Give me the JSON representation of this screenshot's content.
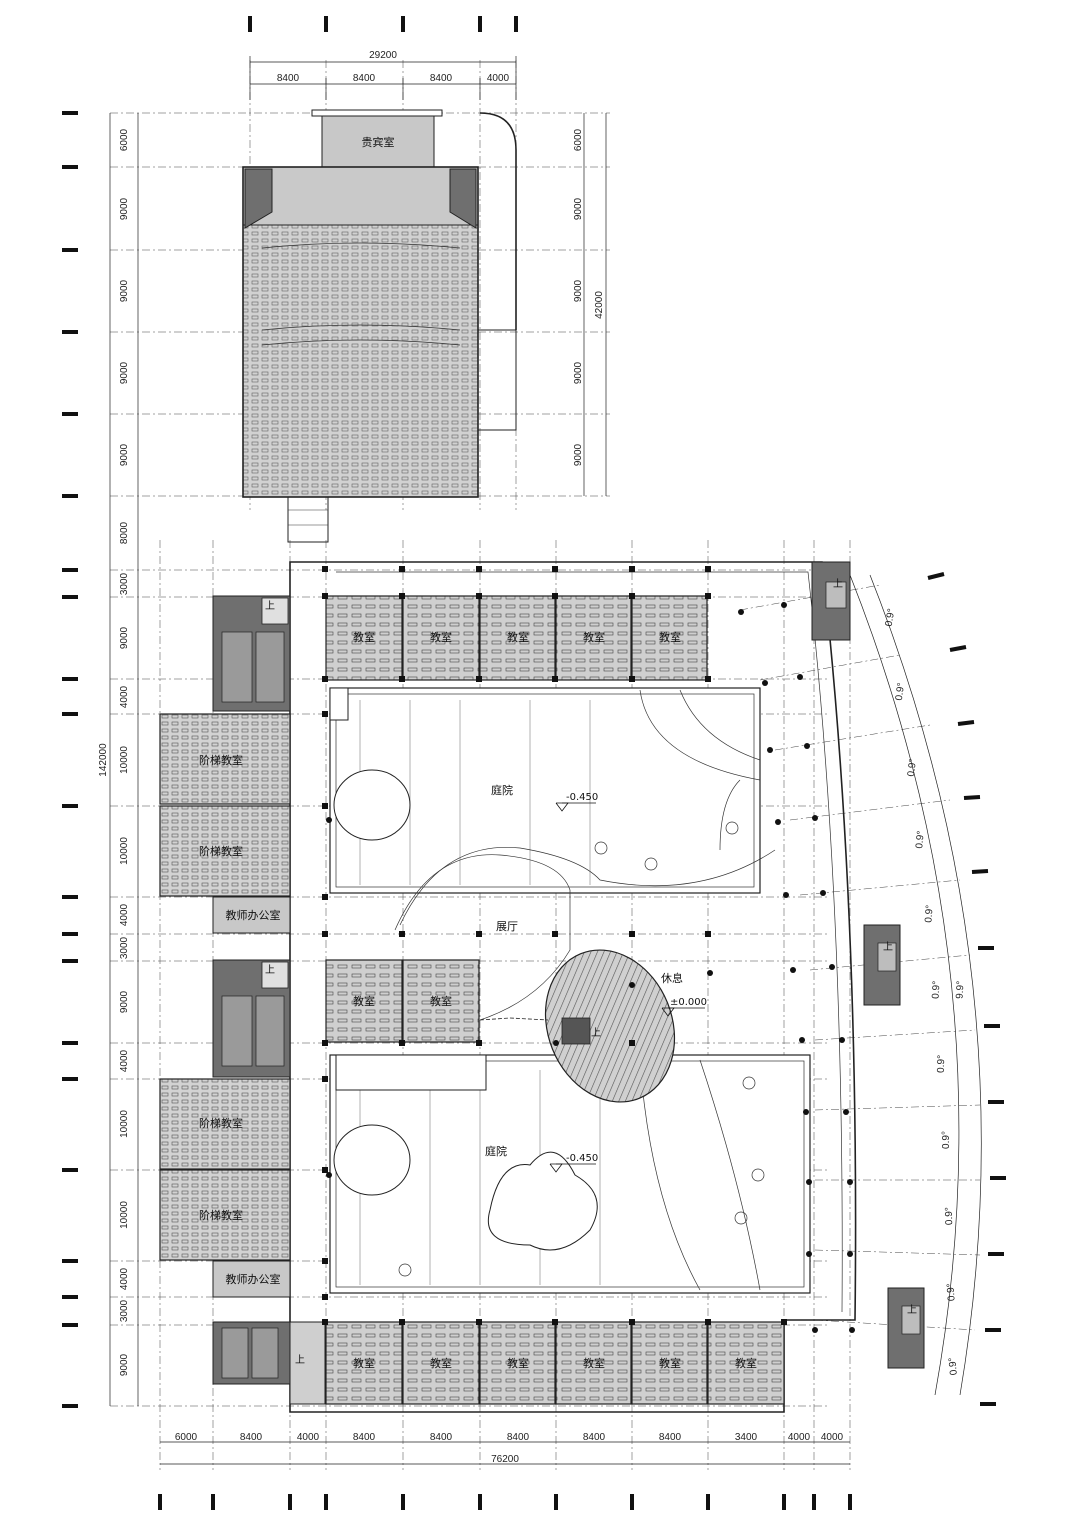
{
  "dimensions": {
    "top_total": "29200",
    "top": [
      "8400",
      "8400",
      "8400",
      "4000"
    ],
    "left_total": "142000",
    "left": [
      "6000",
      "9000",
      "9000",
      "9000",
      "9000",
      "8000",
      "3000",
      "9000",
      "4000",
      "10000",
      "10000",
      "4000",
      "3000",
      "9000",
      "4000",
      "10000",
      "10000",
      "4000",
      "3000",
      "9000"
    ],
    "right_total": "42000",
    "right": [
      "6000",
      "9000",
      "9000",
      "9000",
      "9000"
    ],
    "bottom_total": "76200",
    "bottom": [
      "6000",
      "8400",
      "4000",
      "8400",
      "8400",
      "8400",
      "8400",
      "8400",
      "3400",
      "4000"
    ],
    "arc_total": "9.9°",
    "arc": [
      "0.9°",
      "0.9°",
      "0.9°",
      "0.9°",
      "0.9°",
      "0.9°",
      "0.9°",
      "0.9°",
      "0.9°",
      "0.9°",
      "0.9°"
    ]
  },
  "rooms": {
    "vip": "贵宾室",
    "classroom": "教室",
    "tiered_classroom": "阶梯教室",
    "teacher_office": "教师办公室",
    "courtyard": "庭院",
    "hall": "展厅",
    "rest": "休息",
    "stair_up": "上"
  },
  "levels": {
    "courtyard": "-0.450",
    "hall": "±0.000"
  }
}
